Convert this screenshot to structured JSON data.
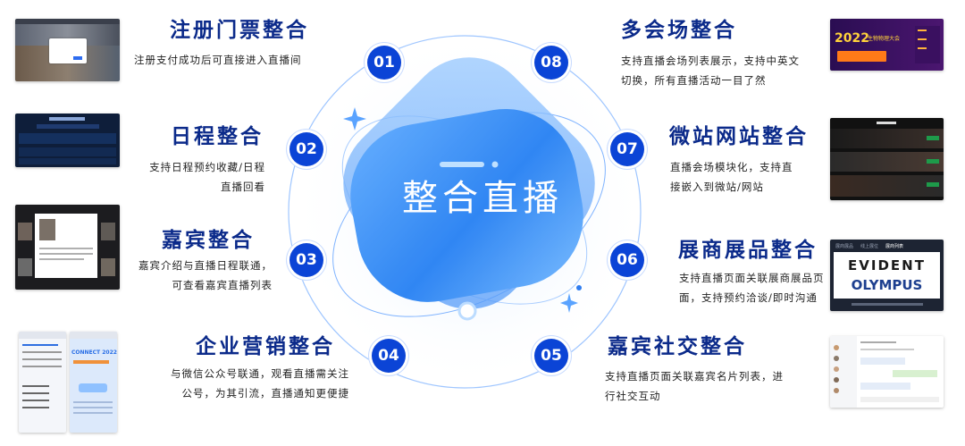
{
  "hub": {
    "title": "整合直播"
  },
  "items": [
    {
      "num": "01",
      "title": "注册门票整合",
      "desc": "注册支付成功后可直接进入直播间"
    },
    {
      "num": "02",
      "title": "日程整合",
      "desc": "支持日程预约收藏/日程\n直播回看"
    },
    {
      "num": "03",
      "title": "嘉宾整合",
      "desc": "嘉宾介绍与直播日程联通，\n可查看嘉宾直播列表"
    },
    {
      "num": "04",
      "title": "企业营销整合",
      "desc": "与微信公众号联通，观看直播需关注\n公号，为其引流，直播通知更便捷"
    },
    {
      "num": "05",
      "title": "嘉宾社交整合",
      "desc": "支持直播页面关联嘉宾名片列表，进\n行社交互动"
    },
    {
      "num": "06",
      "title": "展商展品整合",
      "desc": "支持直播页面关联展商展品页\n面，支持预约洽谈/即时沟通"
    },
    {
      "num": "07",
      "title": "微站网站整合",
      "desc": "直播会场模块化，支持直\n接嵌入到微站/网站"
    },
    {
      "num": "08",
      "title": "多会场整合",
      "desc": "支持直播会场列表展示，支持中英文\n切换，所有直播活动一目了然"
    }
  ],
  "thumbs": {
    "t8": {
      "year": "2022",
      "label": "生物物理大会"
    },
    "t6": {
      "tabs": [
        "展商展品",
        "线上展位",
        "展商列表"
      ],
      "logo1": "EVIDENT",
      "logo2": "OLYMPUS"
    },
    "t4": {
      "banner": "CONNECT 2022"
    }
  }
}
